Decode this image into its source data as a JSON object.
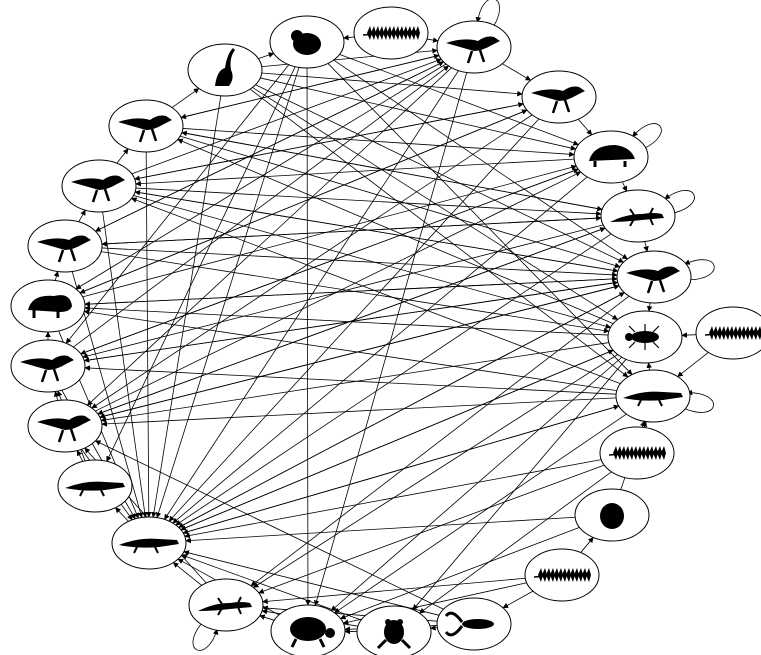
{
  "diagram": {
    "type": "directed-graph",
    "layout": "circular",
    "labels_shown": false,
    "colors": {
      "background": "#ffffff",
      "node_fill": "#ffffff",
      "stroke": "#000000",
      "silhouette": "#000000"
    },
    "nodes": [
      {
        "id": "n0",
        "icon": "rodent-silhouette"
      },
      {
        "id": "n1",
        "icon": "fern-frond-silhouette"
      },
      {
        "id": "n2",
        "icon": "theropod-silhouette"
      },
      {
        "id": "n3",
        "icon": "small-dinosaur-silhouette"
      },
      {
        "id": "n4",
        "icon": "ankylosaur-silhouette"
      },
      {
        "id": "n5",
        "icon": "salamander-silhouette"
      },
      {
        "id": "n6",
        "icon": "raptor-silhouette"
      },
      {
        "id": "n7",
        "icon": "insect-silhouette"
      },
      {
        "id": "n8",
        "icon": "fern-frond-silhouette"
      },
      {
        "id": "n9",
        "icon": "crocodilian-silhouette"
      },
      {
        "id": "n10",
        "icon": "fern-frond-silhouette"
      },
      {
        "id": "n11",
        "icon": "seed-silhouette"
      },
      {
        "id": "n12",
        "icon": "fern-frond-silhouette"
      },
      {
        "id": "n13",
        "icon": "crayfish-silhouette"
      },
      {
        "id": "n14",
        "icon": "frog-silhouette"
      },
      {
        "id": "n15",
        "icon": "turtle-silhouette"
      },
      {
        "id": "n16",
        "icon": "lizard-silhouette"
      },
      {
        "id": "n17",
        "icon": "crocodile-silhouette"
      },
      {
        "id": "n18",
        "icon": "crocodile-silhouette"
      },
      {
        "id": "n19",
        "icon": "small-theropod-silhouette"
      },
      {
        "id": "n20",
        "icon": "tyrannosaur-silhouette"
      },
      {
        "id": "n21",
        "icon": "ceratopsian-silhouette"
      },
      {
        "id": "n22",
        "icon": "theropod-silhouette"
      },
      {
        "id": "n23",
        "icon": "tyrannosaur-silhouette"
      },
      {
        "id": "n24",
        "icon": "feathered-dinosaur-silhouette"
      },
      {
        "id": "n25",
        "icon": "sauropod-silhouette"
      }
    ],
    "edges": [
      [
        "n1",
        "n0"
      ],
      [
        "n1",
        "n2"
      ],
      [
        "n2",
        "n3"
      ],
      [
        "n3",
        "n4"
      ],
      [
        "n4",
        "n5"
      ],
      [
        "n5",
        "n6"
      ],
      [
        "n6",
        "n7"
      ],
      [
        "n8",
        "n7"
      ],
      [
        "n9",
        "n7"
      ],
      [
        "n10",
        "n9"
      ],
      [
        "n11",
        "n9"
      ],
      [
        "n12",
        "n11"
      ],
      [
        "n12",
        "n13"
      ],
      [
        "n13",
        "n14"
      ],
      [
        "n14",
        "n15"
      ],
      [
        "n15",
        "n16"
      ],
      [
        "n16",
        "n17"
      ],
      [
        "n17",
        "n18"
      ],
      [
        "n18",
        "n19"
      ],
      [
        "n19",
        "n20"
      ],
      [
        "n20",
        "n21"
      ],
      [
        "n21",
        "n22"
      ],
      [
        "n22",
        "n23"
      ],
      [
        "n23",
        "n24"
      ],
      [
        "n24",
        "n25"
      ],
      [
        "n25",
        "n0"
      ],
      [
        "n0",
        "n17"
      ],
      [
        "n0",
        "n6"
      ],
      [
        "n0",
        "n4"
      ],
      [
        "n0",
        "n9"
      ],
      [
        "n0",
        "n20"
      ],
      [
        "n2",
        "n17"
      ],
      [
        "n2",
        "n19"
      ],
      [
        "n2",
        "n15"
      ],
      [
        "n2",
        "n22"
      ],
      [
        "n2",
        "n24"
      ],
      [
        "n3",
        "n17"
      ],
      [
        "n3",
        "n23"
      ],
      [
        "n3",
        "n21"
      ],
      [
        "n5",
        "n17"
      ],
      [
        "n5",
        "n24"
      ],
      [
        "n5",
        "n22"
      ],
      [
        "n5",
        "n20"
      ],
      [
        "n6",
        "n17"
      ],
      [
        "n6",
        "n23"
      ],
      [
        "n6",
        "n20"
      ],
      [
        "n6",
        "n16"
      ],
      [
        "n7",
        "n17"
      ],
      [
        "n7",
        "n21"
      ],
      [
        "n7",
        "n24"
      ],
      [
        "n7",
        "n19"
      ],
      [
        "n7",
        "n16"
      ],
      [
        "n9",
        "n17"
      ],
      [
        "n9",
        "n15"
      ],
      [
        "n9",
        "n20"
      ],
      [
        "n9",
        "n23"
      ],
      [
        "n11",
        "n17"
      ],
      [
        "n10",
        "n16"
      ],
      [
        "n10",
        "n14"
      ],
      [
        "n13",
        "n15"
      ],
      [
        "n13",
        "n17"
      ],
      [
        "n13",
        "n19"
      ],
      [
        "n12",
        "n16"
      ],
      [
        "n12",
        "n15"
      ],
      [
        "n14",
        "n16"
      ],
      [
        "n14",
        "n17"
      ],
      [
        "n19",
        "n4"
      ],
      [
        "n19",
        "n5"
      ],
      [
        "n19",
        "n17"
      ],
      [
        "n19",
        "n6"
      ],
      [
        "n20",
        "n4"
      ],
      [
        "n20",
        "n6"
      ],
      [
        "n20",
        "n17"
      ],
      [
        "n20",
        "n2"
      ],
      [
        "n21",
        "n3"
      ],
      [
        "n21",
        "n6"
      ],
      [
        "n21",
        "n17"
      ],
      [
        "n21",
        "n4"
      ],
      [
        "n22",
        "n2"
      ],
      [
        "n22",
        "n6"
      ],
      [
        "n22",
        "n17"
      ],
      [
        "n22",
        "n5"
      ],
      [
        "n22",
        "n7"
      ],
      [
        "n23",
        "n2"
      ],
      [
        "n23",
        "n3"
      ],
      [
        "n23",
        "n6"
      ],
      [
        "n23",
        "n17"
      ],
      [
        "n23",
        "n5"
      ],
      [
        "n23",
        "n7"
      ],
      [
        "n24",
        "n6"
      ],
      [
        "n24",
        "n17"
      ],
      [
        "n24",
        "n5"
      ],
      [
        "n24",
        "n4"
      ],
      [
        "n24",
        "n2"
      ],
      [
        "n25",
        "n2"
      ],
      [
        "n25",
        "n3"
      ],
      [
        "n25",
        "n6"
      ],
      [
        "n25",
        "n17"
      ],
      [
        "n25",
        "n4"
      ],
      [
        "n25",
        "n7"
      ],
      [
        "n25",
        "n9"
      ],
      [
        "n0",
        "n15"
      ],
      [
        "n0",
        "n18"
      ],
      [
        "n4",
        "n17"
      ],
      [
        "n4",
        "n20"
      ],
      [
        "n4",
        "n23"
      ],
      [
        "n8",
        "n9"
      ],
      [
        "n16",
        "n19"
      ],
      [
        "n18",
        "n20"
      ],
      [
        "n15",
        "n17"
      ],
      [
        "n17",
        "n7"
      ],
      [
        "n17",
        "n9"
      ],
      [
        "n17",
        "n6"
      ],
      [
        "n9",
        "n19"
      ],
      [
        "n9",
        "n21"
      ],
      [
        "n6",
        "n19"
      ],
      [
        "n6",
        "n21"
      ],
      [
        "n7",
        "n15"
      ],
      [
        "n7",
        "n14"
      ],
      [
        "n10",
        "n17"
      ],
      [
        "n11",
        "n15"
      ],
      [
        "n13",
        "n16"
      ],
      [
        "n2",
        "n21"
      ],
      [
        "n3",
        "n19"
      ],
      [
        "n5",
        "n19"
      ]
    ],
    "self_loops": [
      "n2",
      "n4",
      "n5",
      "n6",
      "n9",
      "n16"
    ]
  }
}
